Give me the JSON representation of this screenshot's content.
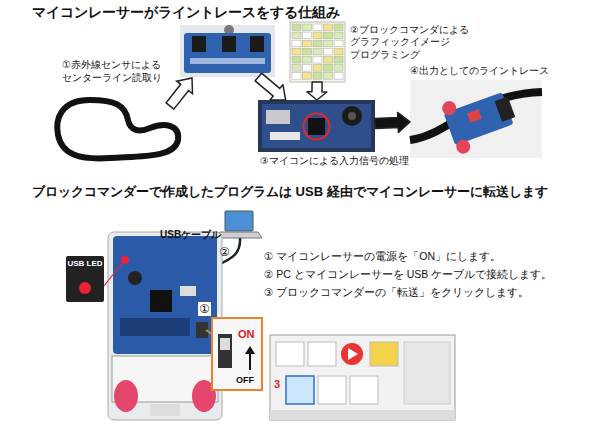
{
  "diagram": {
    "title": "マイコンレーサーがライントレースをする仕組み",
    "nodes": [
      {
        "text": [
          "①赤外線センサによる センターライン読取り"
        ]
      },
      {
        "text": [
          "②ブロックコマンダによる グラフィックイメージ プログラミング"
        ]
      },
      {
        "text": [
          "③マイコンによる入力信号の処理"
        ]
      },
      {
        "text": [
          "④出力としてのライントレース"
        ]
      }
    ],
    "edges": [
      {
        "from": 0,
        "to": 2,
        "arrow": "to"
      },
      {
        "from": 1,
        "to": 2,
        "arrow": "to"
      },
      {
        "from": 2,
        "to": 3,
        "arrow": "to"
      }
    ],
    "labels": [
      "ブロックコマンダーで作成したプログラムは USB 経由でマイコンレーサーに転送します",
      "USBケーブル",
      "②",
      "USB LED",
      "①",
      "ON",
      "OFF",
      "① マイコンレーサーの電源を「ON」にします。",
      "② PC とマイコンレーサーを USB ケーブルで接続します。",
      "③ ブロックコマンダーの「転送」をクリックします。",
      "3"
    ]
  }
}
